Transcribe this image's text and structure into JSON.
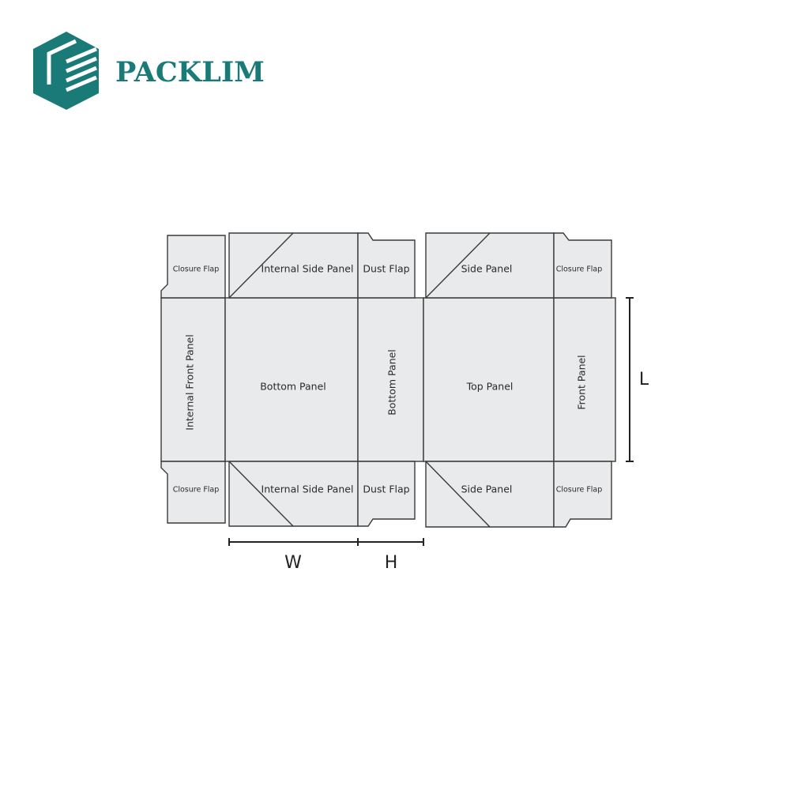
{
  "brand": {
    "name": "PACKLIM",
    "color": "#1a7a78"
  },
  "panels": {
    "closure_flap": "Closure Flap",
    "internal_side_panel": "Internal Side Panel",
    "dust_flap": "Dust Flap",
    "side_panel": "Side Panel",
    "internal_front_panel": "Internal Front Panel",
    "bottom_panel": "Bottom Panel",
    "top_panel": "Top Panel",
    "front_panel": "Front Panel"
  },
  "dimensions": {
    "width": "W",
    "height": "H",
    "length": "L"
  }
}
